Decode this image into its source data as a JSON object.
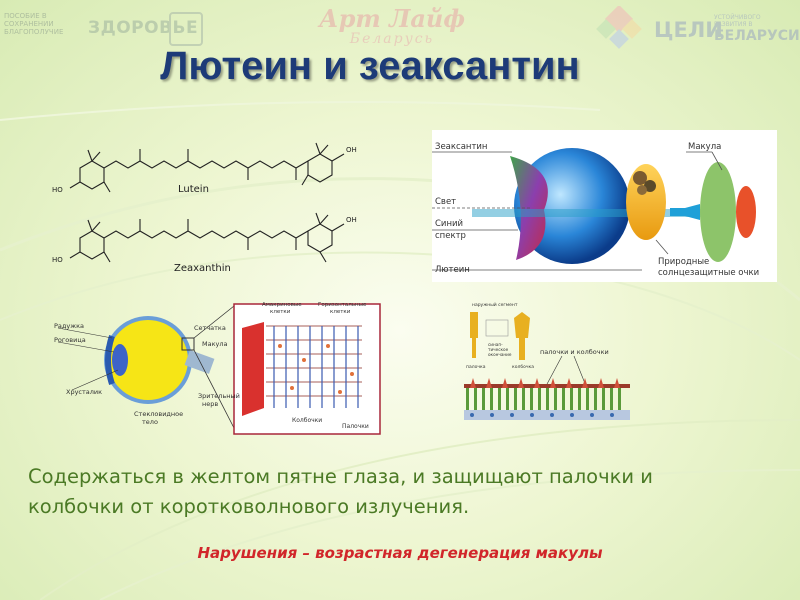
{
  "header": {
    "left_logo_small": "ПОСОБИЕ В СОХРАНЕНИИ БЛАГОПОЛУЧИЕ",
    "left_logo_big": "ЗДОРОВЬЕ",
    "center_logo_main": "Арт Лайф",
    "center_logo_sub": "Беларусь",
    "right_logo_big": "ЦЕЛИ",
    "right_logo_small": "УСТОЙЧИВОГО РАЗВИТИЯ В",
    "right_logo_country": "БЕЛАРУСИ"
  },
  "title": "Лютеин и зеаксантин",
  "chemistry": {
    "lutein_label": "Lutein",
    "zeaxanthin_label": "Zeaxanthin",
    "oh_label": "OH",
    "ho_label": "HO"
  },
  "lutein_diagram": {
    "zeaxanthin": "Зеаксантин",
    "light": "Свет",
    "blue_spectrum_1": "Синий",
    "blue_spectrum_2": "спектр",
    "lutein": "Лютеин",
    "macula": "Макула",
    "natural_1": "Природные",
    "natural_2": "солнцезащитные очки"
  },
  "eye_diagram": {
    "iris": "Радужка",
    "cornea": "Роговица",
    "lens": "Хрусталик",
    "vitreous_1": "Стекловидное",
    "vitreous_2": "тело",
    "retina": "Сетчатка",
    "macula": "Макула",
    "optic_1": "Зрительный",
    "optic_2": "нерв",
    "amacrine_1": "Амакриновые",
    "amacrine_2": "клетки",
    "horizontal_1": "Горизонтальные",
    "horizontal_2": "клетки",
    "cones": "Колбочки",
    "rods": "Палочки"
  },
  "retina_diagram": {
    "outer_segment": "наружный сегмент",
    "synaptic_1": "синап-",
    "synaptic_2": "тическое",
    "synaptic_3": "окончание",
    "rod": "палочка",
    "cone": "колбочка",
    "rods_and_cones": "палочки и колбочки"
  },
  "body_text_line1": "Содержаться в желтом пятне глаза, и защищают палочки и",
  "body_text_line2": "колбочки от коротковолнового излучения.",
  "footer_text": "Нарушения – возрастная дегенерация макулы"
}
